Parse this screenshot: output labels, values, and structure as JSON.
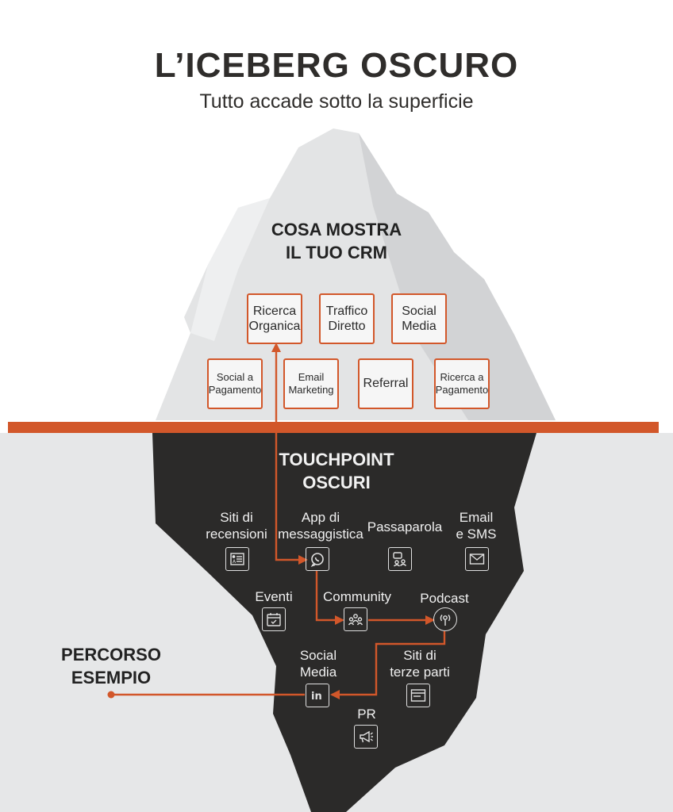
{
  "header": {
    "title": "L’ICEBERG OSCURO",
    "subtitle": "Tutto accade sotto la superficie"
  },
  "visible_section": {
    "heading_line1": "COSA MOSTRA",
    "heading_line2": "IL TUO CRM",
    "channels": [
      {
        "line1": "Ricerca",
        "line2": "Organica"
      },
      {
        "line1": "Traffico",
        "line2": "Diretto"
      },
      {
        "line1": "Social",
        "line2": "Media"
      },
      {
        "line1": "Social a",
        "line2": "Pagamento"
      },
      {
        "line1": "Email",
        "line2": "Marketing"
      },
      {
        "line1": "Referral",
        "line2": ""
      },
      {
        "line1": "Ricerca a",
        "line2": "Pagamento"
      }
    ]
  },
  "hidden_section": {
    "heading_line1": "TOUCHPOINT",
    "heading_line2": "OSCURI",
    "touchpoints": [
      {
        "line1": "Siti di",
        "line2": "recensioni",
        "icon": "review-icon"
      },
      {
        "line1": "App di",
        "line2": "messaggistica",
        "icon": "whatsapp-icon"
      },
      {
        "line1": "Passaparola",
        "line2": "",
        "icon": "word-of-mouth-icon"
      },
      {
        "line1": "Email",
        "line2": "e SMS",
        "icon": "envelope-icon"
      },
      {
        "line1": "Eventi",
        "line2": "",
        "icon": "calendar-icon"
      },
      {
        "line1": "Community",
        "line2": "",
        "icon": "community-icon"
      },
      {
        "line1": "Podcast",
        "line2": "",
        "icon": "podcast-icon"
      },
      {
        "line1": "Social",
        "line2": "Media",
        "icon": "linkedin-icon"
      },
      {
        "line1": "Siti di",
        "line2": "terze parti",
        "icon": "browser-icon"
      },
      {
        "line1": "PR",
        "line2": "",
        "icon": "megaphone-icon"
      }
    ]
  },
  "example_path": {
    "label_line1": "PERCORSO",
    "label_line2": "ESEMPIO"
  },
  "colors": {
    "accent": "#d2572a",
    "iceberg_dark": "#2b2a29",
    "iceberg_light": "#e8e9ea",
    "water": "#e6e7e8"
  }
}
